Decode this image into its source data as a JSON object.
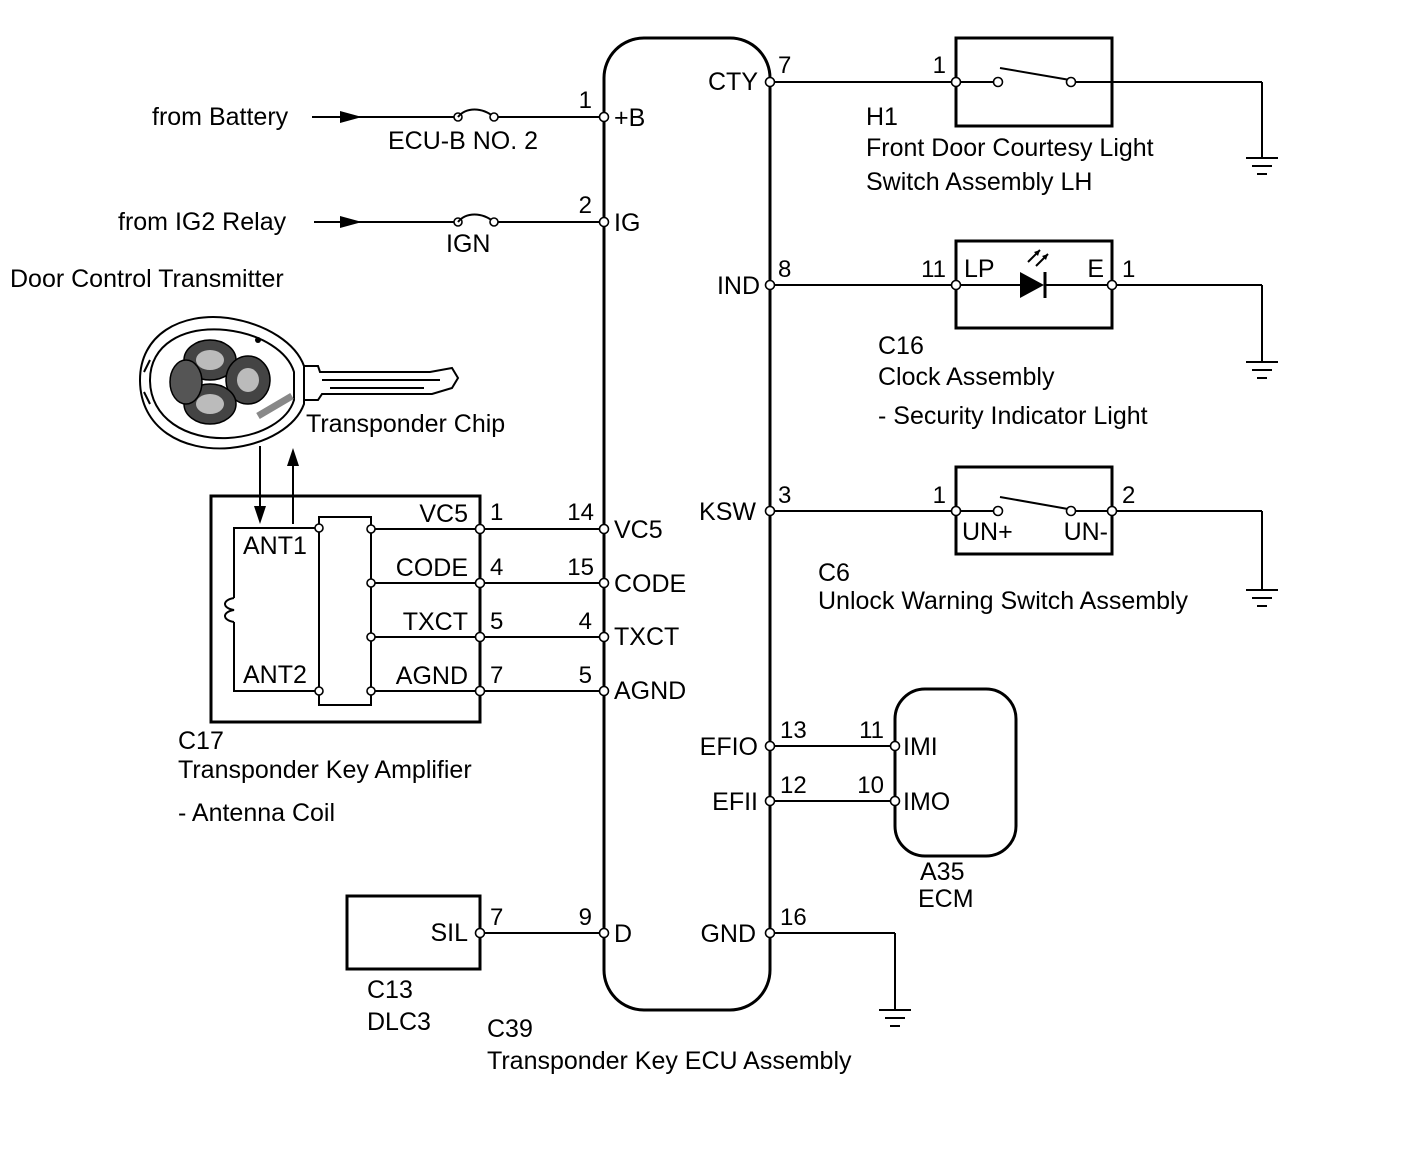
{
  "ecu": {
    "code": "C39",
    "name": "Transponder Key ECU Assembly",
    "left_terminals": [
      {
        "pin": "1",
        "name": "+B"
      },
      {
        "pin": "2",
        "name": "IG"
      },
      {
        "pin": "14",
        "name": "VC5"
      },
      {
        "pin": "15",
        "name": "CODE"
      },
      {
        "pin": "4",
        "name": "TXCT"
      },
      {
        "pin": "5",
        "name": "AGND"
      },
      {
        "pin": "9",
        "name": "D"
      }
    ],
    "right_terminals": [
      {
        "pin": "7",
        "name": "CTY"
      },
      {
        "pin": "8",
        "name": "IND"
      },
      {
        "pin": "3",
        "name": "KSW"
      },
      {
        "pin": "13",
        "name": "EFIO"
      },
      {
        "pin": "12",
        "name": "EFII"
      },
      {
        "pin": "16",
        "name": "GND"
      }
    ]
  },
  "supply": {
    "battery_label": "from Battery",
    "battery_fuse": "ECU-B NO. 2",
    "ig_label": "from IG2 Relay",
    "ig_fuse": "IGN"
  },
  "transmitter": {
    "name": "Door Control Transmitter",
    "chip_label": "Transponder Chip"
  },
  "amplifier": {
    "code": "C17",
    "name": "Transponder Key Amplifier",
    "sub": "- Antenna Coil",
    "ant1": "ANT1",
    "ant2": "ANT2",
    "terminals": [
      {
        "pin": "1",
        "name": "VC5"
      },
      {
        "pin": "4",
        "name": "CODE"
      },
      {
        "pin": "5",
        "name": "TXCT"
      },
      {
        "pin": "7",
        "name": "AGND"
      }
    ]
  },
  "dlc": {
    "code": "C13",
    "name": "DLC3",
    "terminal": "SIL",
    "pin": "7"
  },
  "courtesy": {
    "code": "H1",
    "name_line1": "Front Door Courtesy Light",
    "name_line2": "Switch Assembly LH",
    "pin": "1"
  },
  "clock": {
    "code": "C16",
    "name": "Clock Assembly",
    "sub": "- Security Indicator Light",
    "lp": "LP",
    "e": "E",
    "pin_lp": "11",
    "pin_e": "1"
  },
  "unlock": {
    "code": "C6",
    "name": "Unlock Warning Switch Assembly",
    "un_plus": "UN+",
    "un_minus": "UN-",
    "pin1": "1",
    "pin2": "2"
  },
  "ecm": {
    "code": "A35",
    "name": "ECM",
    "imi": "IMI",
    "imo": "IMO",
    "pin_imi": "11",
    "pin_imo": "10"
  }
}
